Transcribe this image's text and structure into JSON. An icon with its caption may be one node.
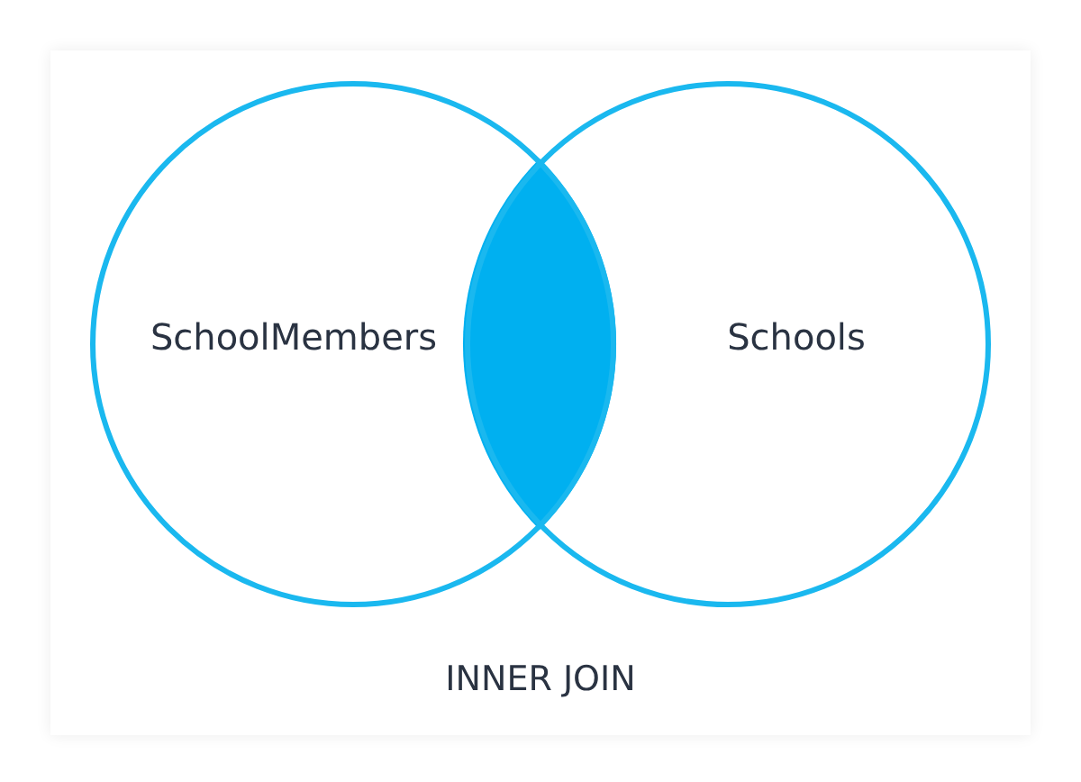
{
  "diagram": {
    "caption": "INNER JOIN",
    "nodes": [
      {
        "text": [
          "SchoolMembers"
        ]
      },
      {
        "text": [
          "Schools"
        ]
      }
    ]
  }
}
